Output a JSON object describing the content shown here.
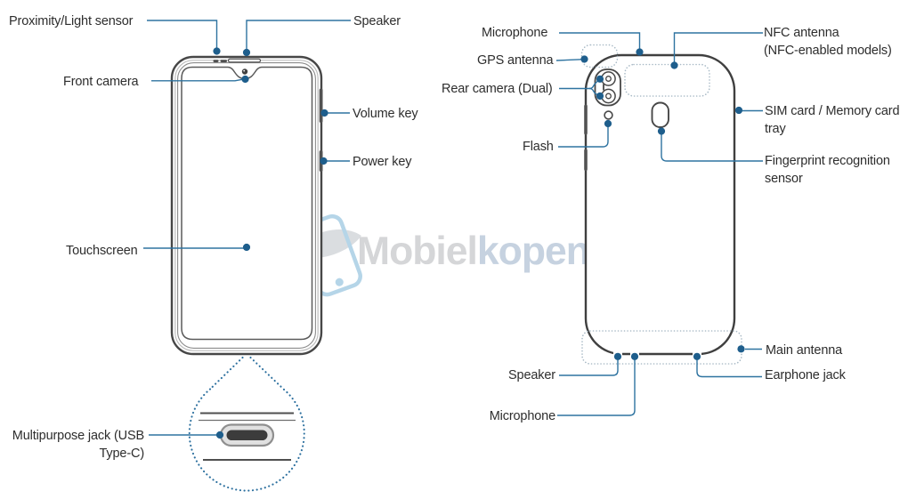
{
  "diagram": {
    "title_hint": "Phone parts diagram (front and back view)",
    "watermark": {
      "brand_part1": "Mobiel",
      "brand_part2": "kopen"
    },
    "colors": {
      "leader_line": "#2e73a0",
      "dot": "#1e5e8c",
      "outline_dark": "#454545",
      "dotted_region": "#a9bac6",
      "dotted_callout": "#2b6f9e",
      "label_text": "#2d2d2d",
      "watermark_grey": "#d5d6d8",
      "watermark_blue": "#c6d2e0"
    },
    "front_view": {
      "labels": {
        "proximity": "Proximity/Light sensor",
        "speaker": "Speaker",
        "front_camera": "Front camera",
        "volume_key": "Volume key",
        "power_key": "Power key",
        "touchscreen": "Touchscreen",
        "multipurpose_jack_line1": "Multipurpose jack (USB",
        "multipurpose_jack_line2": "Type-C)"
      }
    },
    "back_view": {
      "labels": {
        "microphone_top": "Microphone",
        "gps_antenna": "GPS antenna",
        "rear_camera": "Rear camera (Dual)",
        "flash": "Flash",
        "nfc_line1": "NFC antenna",
        "nfc_line2": "(NFC-enabled models)",
        "sim_line1": "SIM card / Memory card",
        "sim_line2": "tray",
        "fingerprint_line1": "Fingerprint recognition",
        "fingerprint_line2": "sensor",
        "main_antenna": "Main antenna",
        "speaker_bottom": "Speaker",
        "earphone_jack": "Earphone jack",
        "microphone_bottom": "Microphone"
      }
    }
  }
}
